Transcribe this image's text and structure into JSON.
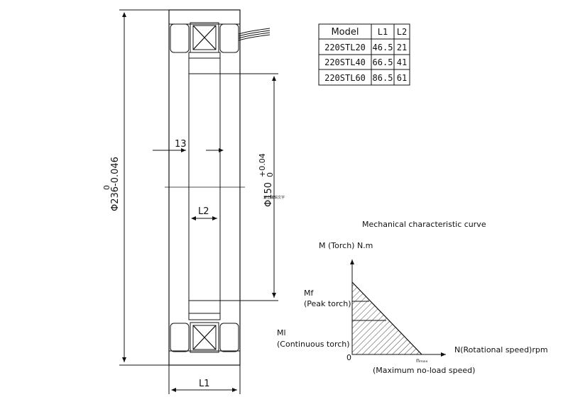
{
  "drawing": {
    "outer_diameter_label": "Φ236-0.046",
    "outer_diameter_upper": "0",
    "inner_diameter_label": "Φ150",
    "inner_diameter_upper": "+0.04",
    "inner_diameter_lower": "0",
    "wall_label": "13",
    "l1_label": "L1",
    "l2_label": "L2",
    "tiny_note": "双击编辑文字"
  },
  "table": {
    "headers": [
      "Model",
      "L1",
      "L2"
    ],
    "rows": [
      [
        "220STL20",
        "46.5",
        "21"
      ],
      [
        "220STL40",
        "66.5",
        "41"
      ],
      [
        "220STL60",
        "86.5",
        "61"
      ]
    ]
  },
  "curve": {
    "title": "Mechanical characteristic curve",
    "y_axis_label": "M (Torch) N.m",
    "x_axis_label": "N(Rotational speed)rpm",
    "origin_label": "0",
    "mf_label": "Mf",
    "mf_desc": "(Peak torch)",
    "ml_label": "Ml",
    "ml_desc": "(Continuous torch)",
    "nmax_label": "nₘₐₓ",
    "nmax_desc": "(Maximum no-load speed)"
  }
}
